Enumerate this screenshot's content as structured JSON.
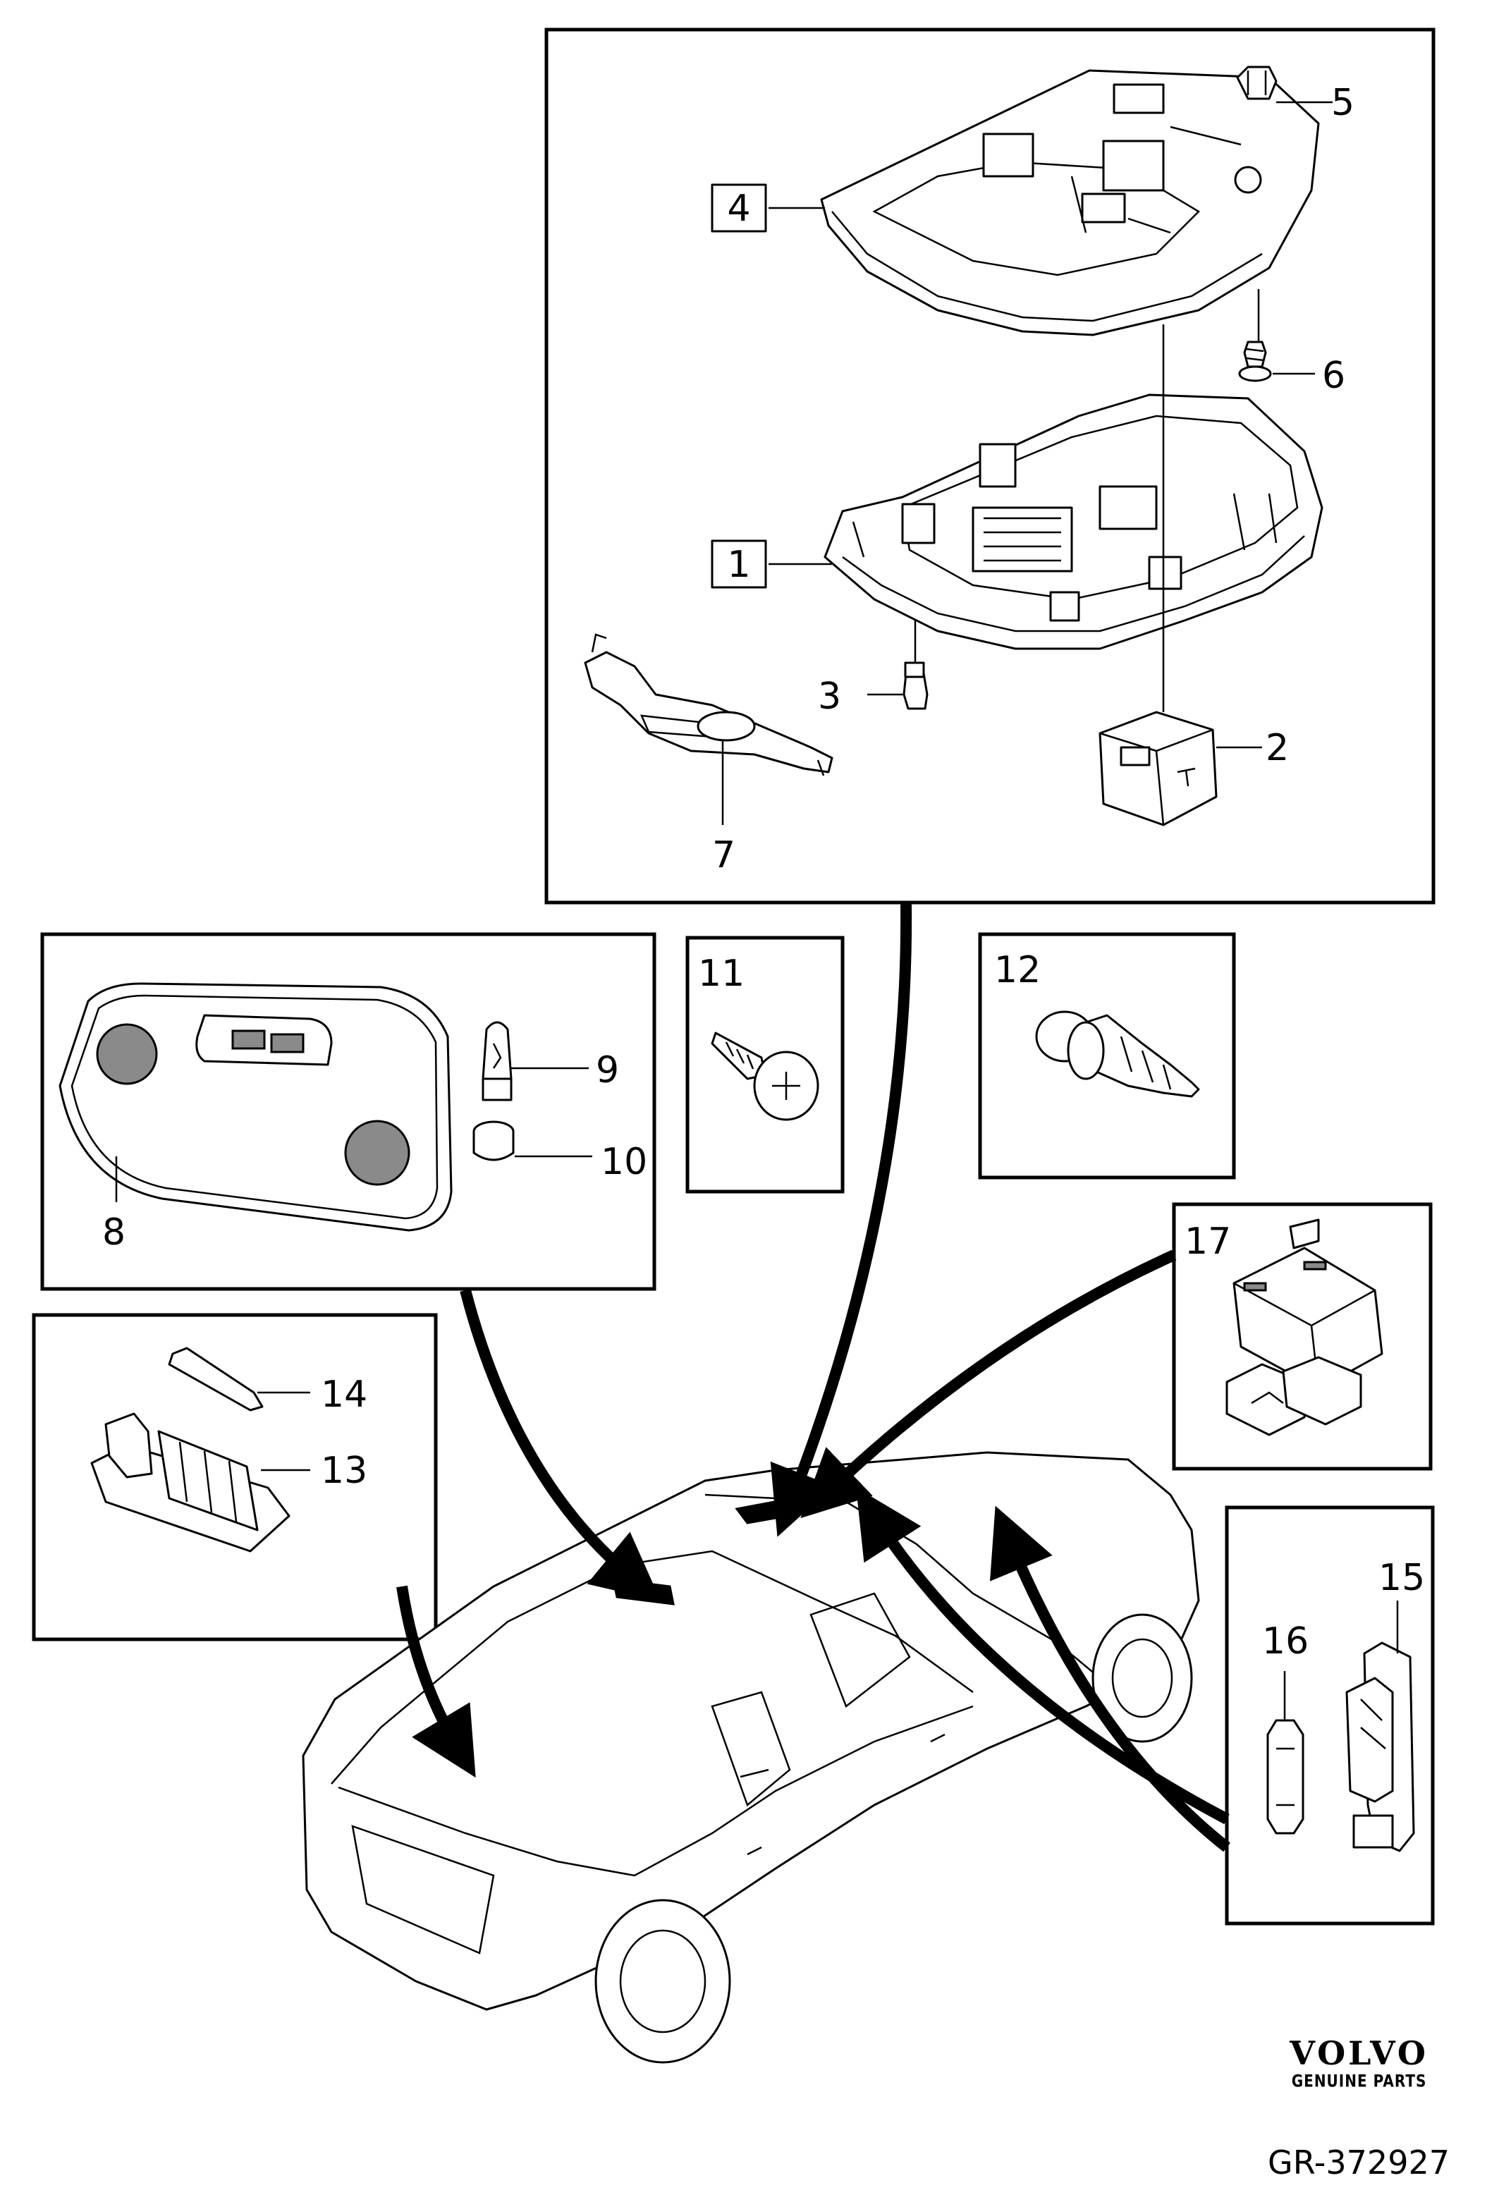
{
  "diagram": {
    "callouts": {
      "c1": "1",
      "c2": "2",
      "c3": "3",
      "c4": "4",
      "c5": "5",
      "c6": "6",
      "c7": "7",
      "c8": "8",
      "c9": "9",
      "c10": "10",
      "c11": "11",
      "c12": "12",
      "c13": "13",
      "c14": "14",
      "c15": "15",
      "c16": "16",
      "c17": "17"
    }
  },
  "footer": {
    "brand": "VOLVO",
    "tagline": "GENUINE PARTS",
    "drawing_number": "GR-372927"
  }
}
